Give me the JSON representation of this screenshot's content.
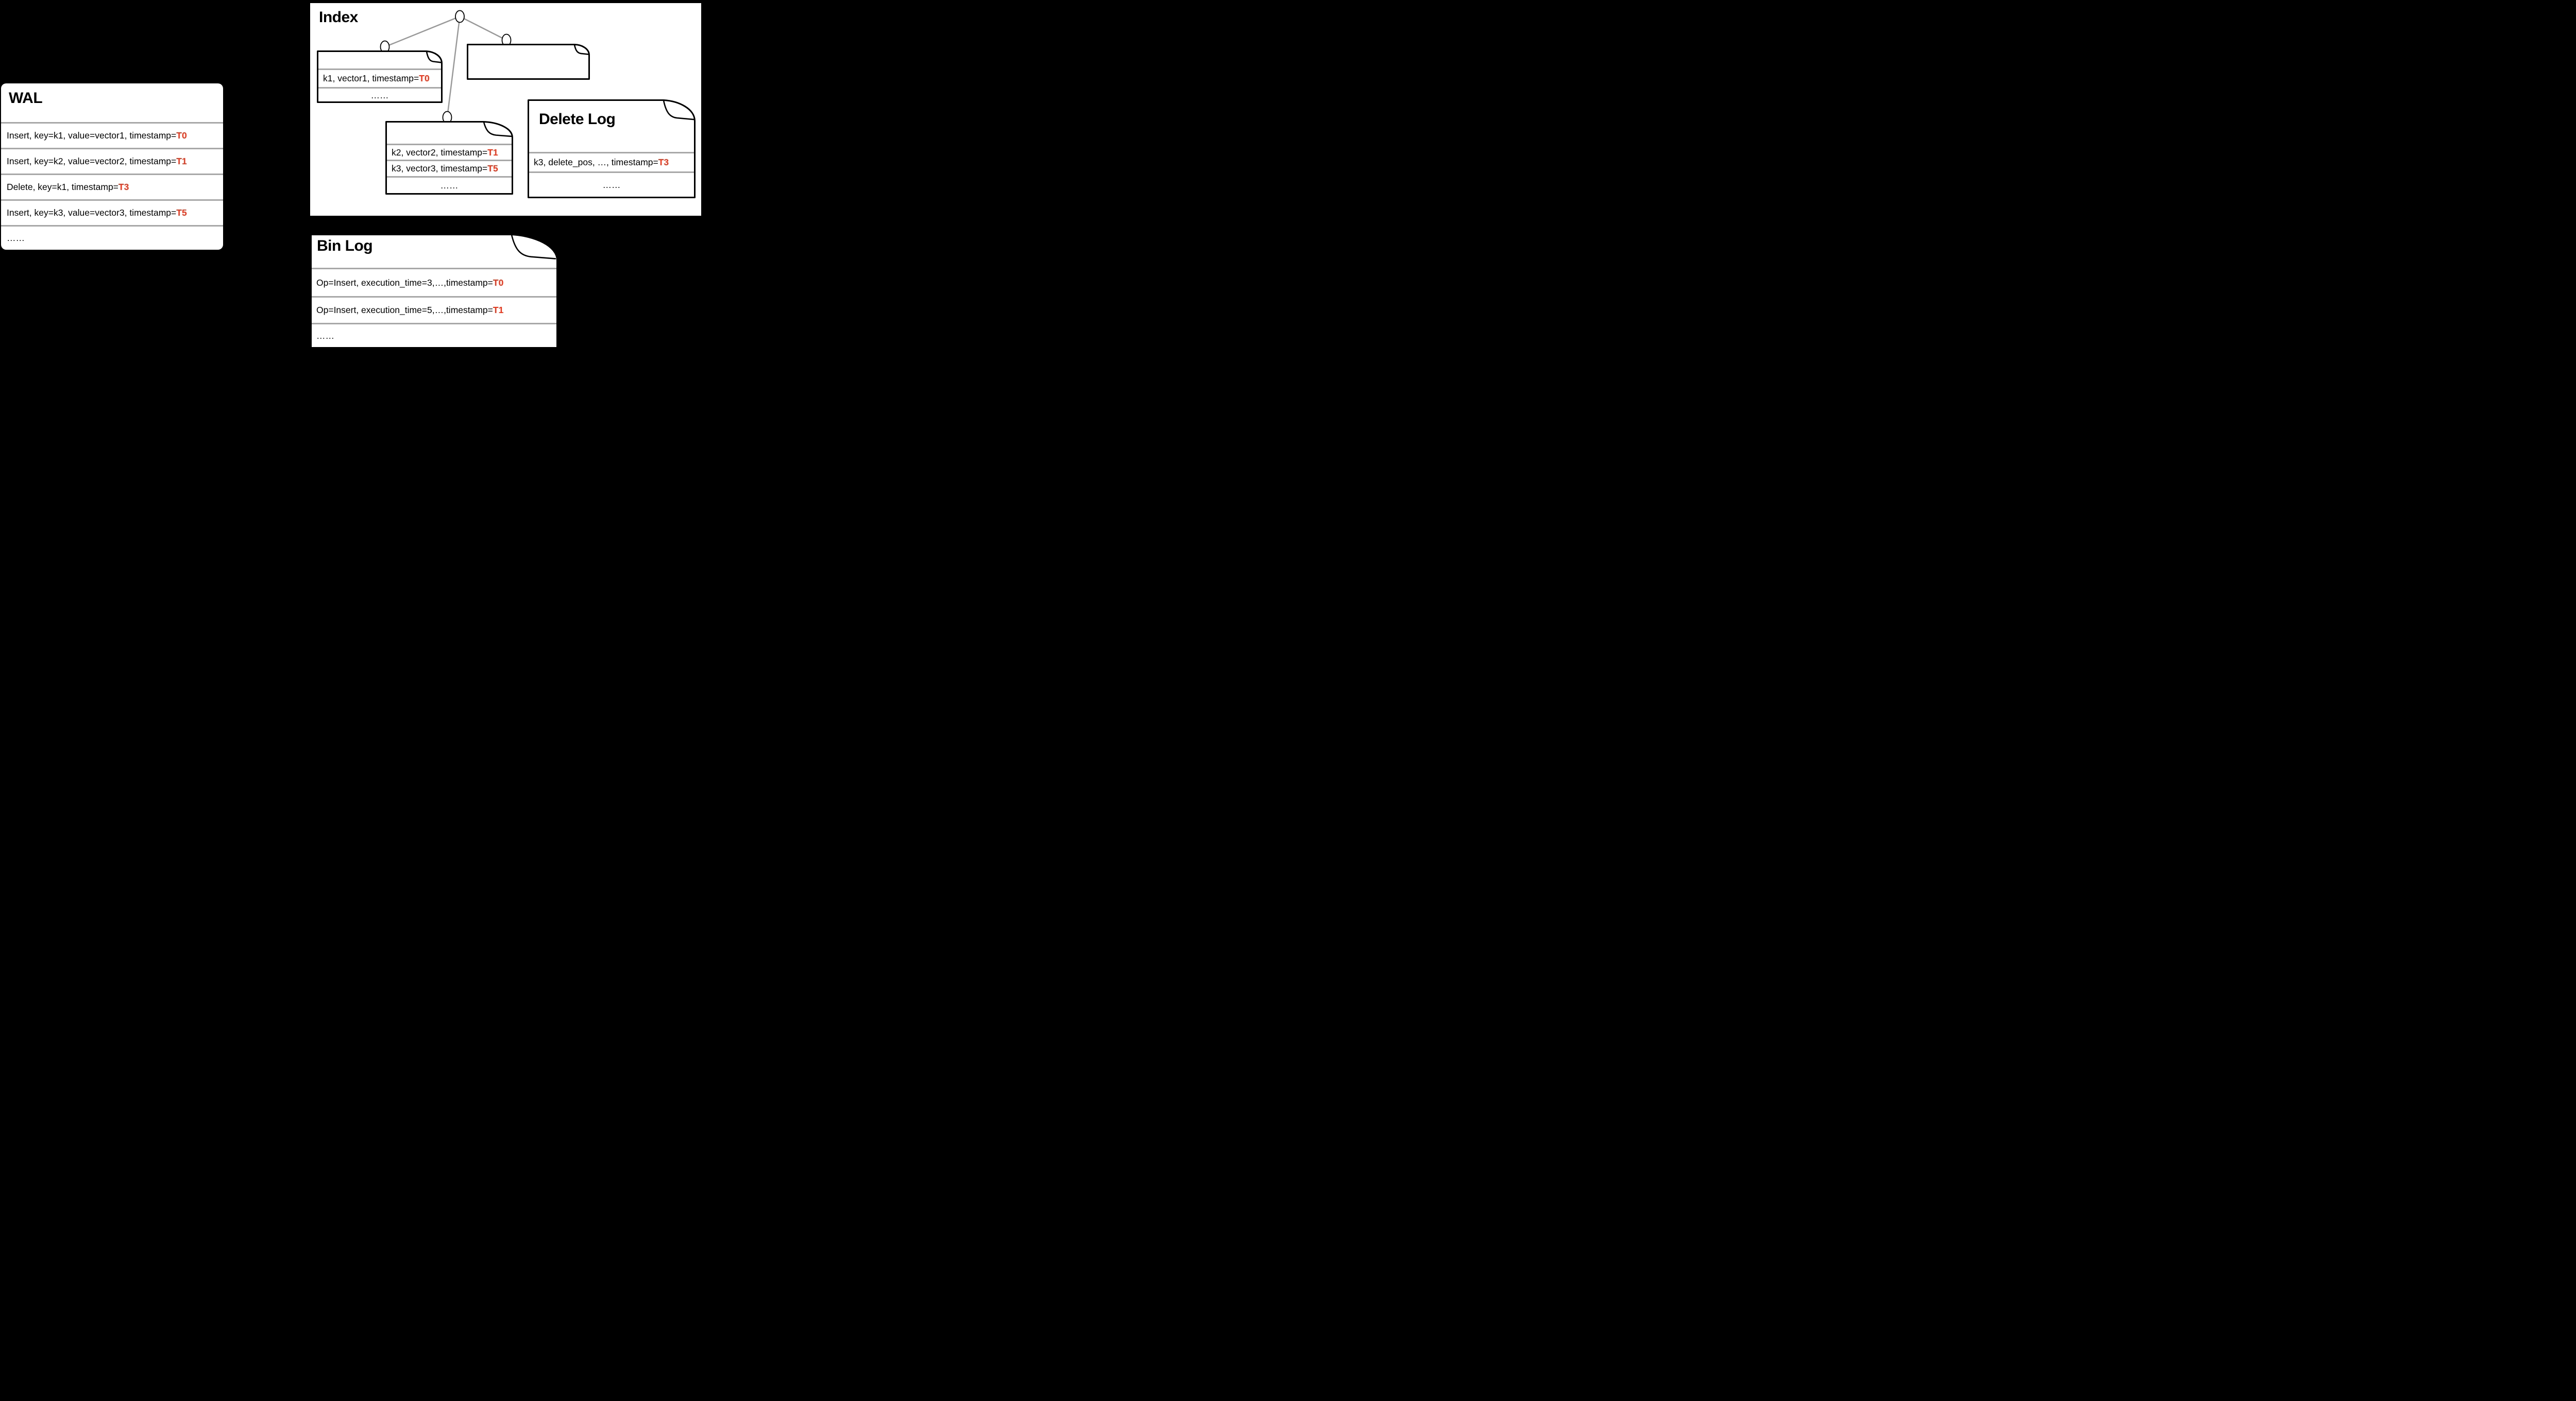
{
  "colors": {
    "background": "#000000",
    "surface": "#ffffff",
    "text": "#000000",
    "timestamp_red": "#ff2d0e",
    "divider_gray": "#a8a8a8",
    "tree_edge_gray": "#999999"
  },
  "wal": {
    "title": "WAL",
    "rows": [
      {
        "text": "Insert, key=k1, value=vector1, timestamp=",
        "ts": "T0"
      },
      {
        "text": "Insert, key=k2, value=vector2, timestamp=",
        "ts": "T1"
      },
      {
        "text": "Delete, key=k1, timestamp=",
        "ts": "T3"
      },
      {
        "text": "Insert, key=k3, value=vector3, timestamp=",
        "ts": "T5"
      },
      {
        "text": "……",
        "ts": ""
      }
    ]
  },
  "index": {
    "title": "Index",
    "leaf_left": {
      "rows": [
        {
          "text": "k1, vector1, timestamp=",
          "ts": "T0"
        },
        {
          "text": "……",
          "ts": ""
        }
      ]
    },
    "leaf_right": {
      "rows": [
        {
          "text": "……",
          "ts": ""
        }
      ]
    },
    "leaf_middle": {
      "rows": [
        {
          "text": "k2, vector2, timestamp=",
          "ts": "T1"
        },
        {
          "text": "k3, vector3, timestamp=",
          "ts": "T5"
        },
        {
          "text": "……",
          "ts": ""
        }
      ]
    }
  },
  "delete_log": {
    "title": "Delete Log",
    "rows": [
      {
        "text": "k3, delete_pos, …, timestamp=",
        "ts": "T3"
      },
      {
        "text": "……",
        "ts": ""
      }
    ]
  },
  "bin_log": {
    "title": "Bin Log",
    "rows": [
      {
        "text": "Op=Insert, execution_time=3,…,timestamp=",
        "ts": "T0"
      },
      {
        "text": "Op=Insert, execution_time=5,…,timestamp=",
        "ts": "T1"
      },
      {
        "text": "……",
        "ts": ""
      }
    ]
  }
}
